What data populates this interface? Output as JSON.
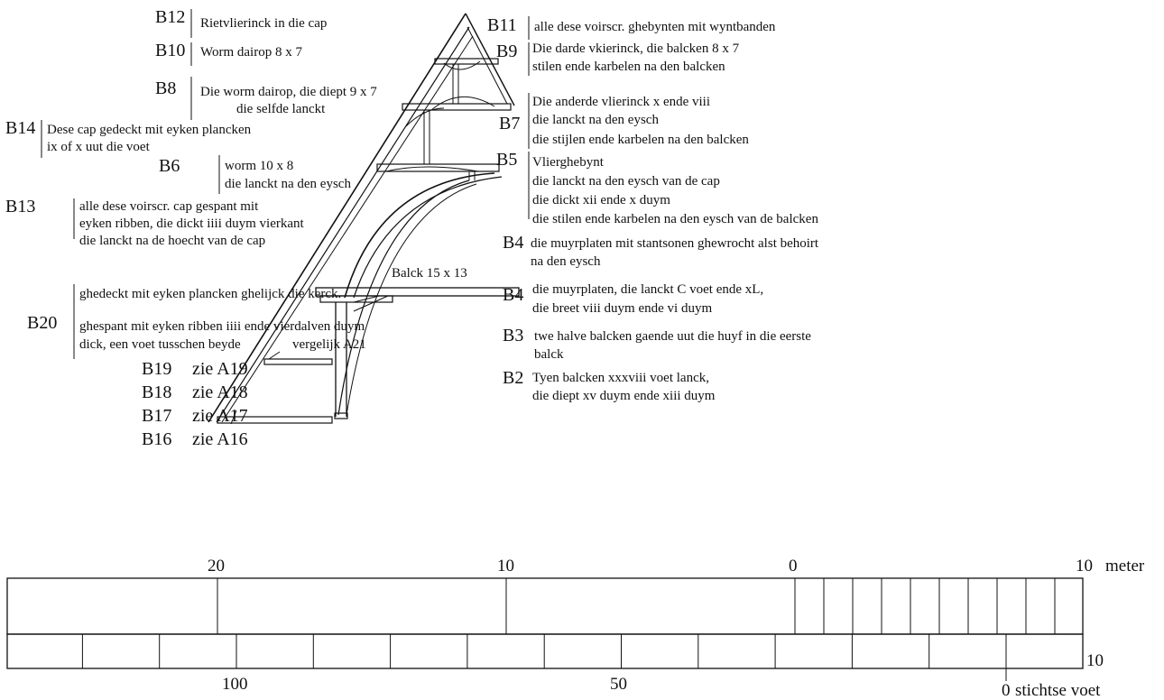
{
  "left_labels": [
    {
      "code": "B12",
      "lines": [
        "Rietvlierinck in die cap"
      ]
    },
    {
      "code": "B10",
      "lines": [
        "Worm dairop 8 x 7"
      ]
    },
    {
      "code": "B8",
      "lines": [
        "Die worm dairop, die diept 9 x 7",
        "die selfde lanckt"
      ]
    },
    {
      "code": "B14",
      "lines": [
        "Dese cap gedeckt mit eyken plancken",
        "ix of x uut die voet"
      ]
    },
    {
      "code": "B6",
      "lines": [
        "worm 10 x 8",
        "die lanckt na den eysch"
      ]
    },
    {
      "code": "B13",
      "lines": [
        "alle dese voirscr. cap gespant mit",
        "eyken ribben, die dickt iiii duym vierkant",
        "die lanckt na de hoecht van de cap"
      ]
    },
    {
      "code": "B20",
      "lines": [
        "ghedeckt mit eyken plancken ghelijck die kerck.",
        "ghespant mit eyken ribben iiii ende vierdalven duym",
        "dick, een voet tusschen beyde"
      ]
    }
  ],
  "vergelijk_label": "vergelijk A21",
  "zie_labels": [
    {
      "code": "B19",
      "text": "zie A19"
    },
    {
      "code": "B18",
      "text": "zie A18"
    },
    {
      "code": "B17",
      "text": "zie A17"
    },
    {
      "code": "B16",
      "text": "zie A16"
    }
  ],
  "right_labels": [
    {
      "code": "B11",
      "lines": [
        "alle dese voirscr. ghebynten mit wyntbanden"
      ]
    },
    {
      "code": "B9",
      "lines": [
        "Die darde vkierinck, die balcken 8 x 7",
        "stilen ende karbelen na den balcken"
      ]
    },
    {
      "code": "B7",
      "lines": [
        "Die anderde vlierinck x ende viii",
        "die lanckt na den eysch",
        "die stijlen ende karbelen na den balcken"
      ]
    },
    {
      "code": "B5",
      "lines": [
        "Vlierghebynt",
        "die lanckt na den eysch van de cap",
        "die dickt xii ende x duym",
        "die stilen ende karbelen na den eysch van de balcken"
      ]
    },
    {
      "code": "B4",
      "lines": [
        "die muyrplaten mit stantsonen ghewrocht alst behoirt",
        "na den eysch"
      ]
    },
    {
      "code": "B4",
      "lines": [
        "die muyrplaten, die lanckt C voet ende xL,",
        "die breet viii duym ende vi duym"
      ]
    },
    {
      "code": "B3",
      "lines": [
        "twe halve balcken gaende uut die huyf in die eerste",
        "balck"
      ]
    },
    {
      "code": "B2",
      "lines": [
        "Tyen balcken xxxviii voet lanck,",
        "die diept xv duym ende xiii duym"
      ]
    }
  ],
  "balck_label": "Balck 15 x 13",
  "scale": {
    "meter_ticks": [
      "20",
      "10",
      "0",
      "10"
    ],
    "meter_unit": "meter",
    "voet_ticks": [
      "100",
      "50",
      "0",
      "10"
    ],
    "voet_unit": "stichtse voet"
  }
}
